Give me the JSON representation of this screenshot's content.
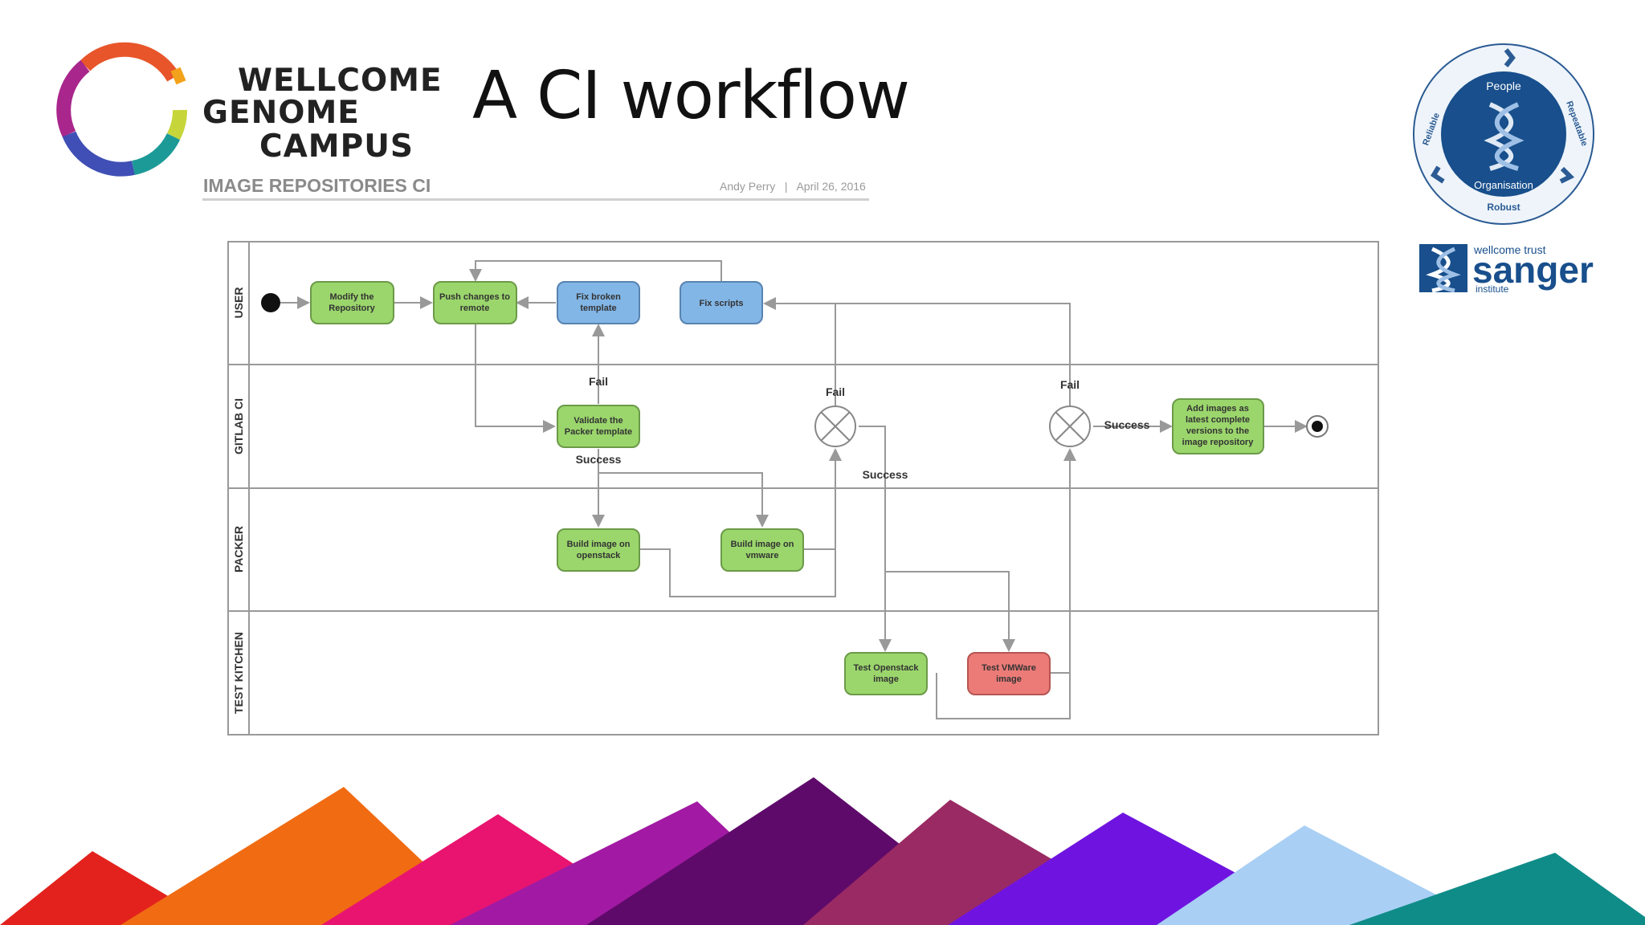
{
  "slide": {
    "title": "A CI workflow",
    "brand_lines": [
      "WELLCOME",
      "GENOME",
      "CAMPUS"
    ],
    "subtitle": "IMAGE REPOSITORIES CI",
    "author": "Andy Perry   |   April 26, 2016"
  },
  "badge": {
    "center": "People",
    "bottom_inner": "Organisation",
    "left": "Reliable",
    "right": "Repeatable",
    "bottom": "Robust"
  },
  "sanger": {
    "line1": "wellcome trust",
    "line2": "sanger",
    "line3": "institute"
  },
  "diagram": {
    "lanes": [
      "USER",
      "GITLAB CI",
      "PACKER",
      "TEST KITCHEN"
    ],
    "nodes": {
      "modify": [
        "Modify the",
        "Repository"
      ],
      "push": [
        "Push changes to",
        "remote"
      ],
      "fix_template": [
        "Fix broken",
        "template"
      ],
      "fix_scripts": [
        "Fix scripts"
      ],
      "validate": [
        "Validate the",
        "Packer template"
      ],
      "add_images": [
        "Add images as",
        "latest complete",
        "versions to the",
        "image repository"
      ],
      "build_openstack": [
        "Build image on",
        "openstack"
      ],
      "build_vmware": [
        "Build image on",
        "vmware"
      ],
      "test_openstack": [
        "Test Openstack",
        "image"
      ],
      "test_vmware": [
        "Test VMWare",
        "image"
      ]
    },
    "labels": {
      "fail_validate": "Fail",
      "success_validate": "Success",
      "fail_gate1": "Fail",
      "success_gate1": "Success",
      "fail_gate2": "Fail",
      "success_gate2": "Success"
    },
    "colors": {
      "green": "#9bd66c",
      "blue": "#82b6e6",
      "red": "#ec7b77"
    }
  }
}
